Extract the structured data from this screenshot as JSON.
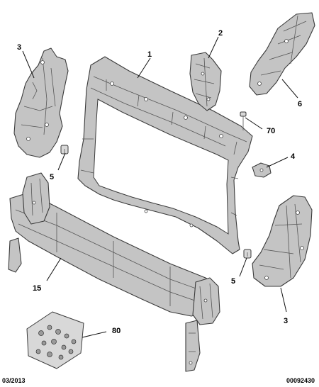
{
  "callouts": {
    "c1": "1",
    "c2": "2",
    "c3_top": "3",
    "c3_bottom": "3",
    "c4": "4",
    "c5_left": "5",
    "c5_right": "5",
    "c6": "6",
    "c15": "15",
    "c70": "70",
    "c80": "80"
  },
  "footer": {
    "date": "03/2013",
    "reference": "00092430"
  },
  "colors": {
    "part_fill": "#c4c4c4",
    "line": "#3a3a3a",
    "background": "#ffffff"
  }
}
